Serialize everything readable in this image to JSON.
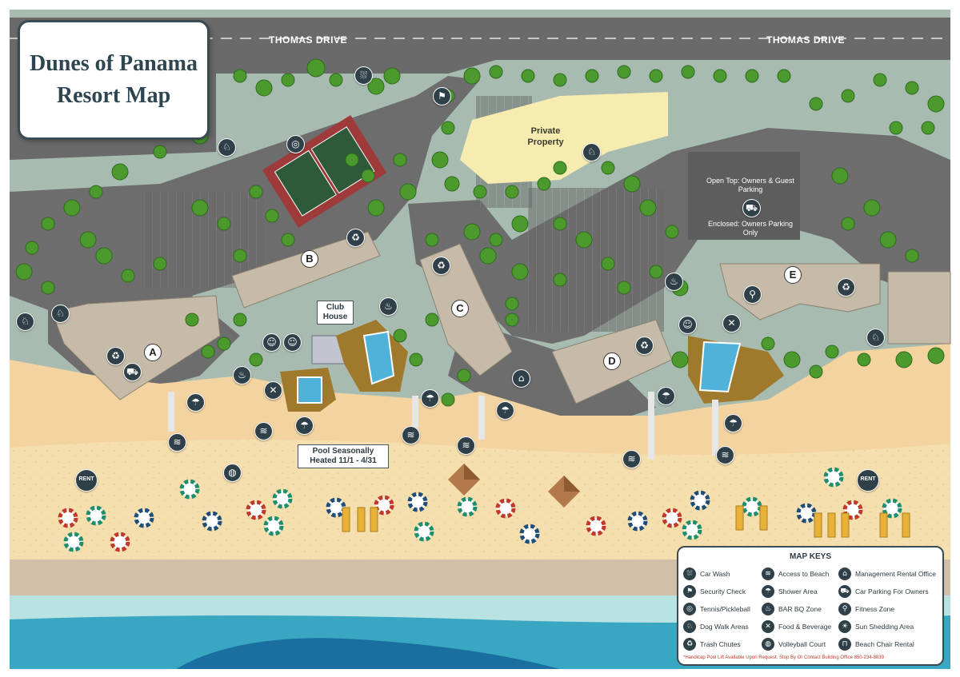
{
  "title": {
    "line1": "Dunes of Panama",
    "line2": "Resort Map"
  },
  "streets": {
    "left": "THOMAS DRIVE",
    "right": "THOMAS DRIVE"
  },
  "labels": {
    "private_property": "Private Property",
    "parking_open": "Open Top: Owners & Guest Parking",
    "parking_enclosed": "Enclosed: Owners Parking Only",
    "club_house": "Club House",
    "pool_heated": "Pool Seasonally Heated 11/1 - 4/31"
  },
  "buildings": [
    "A",
    "B",
    "C",
    "D",
    "E"
  ],
  "rent_label": "RENT",
  "icons": {
    "car-wash": "⛆",
    "security": "⚑",
    "tennis": "◎",
    "dog-walk": "♘",
    "trash": "♻",
    "beach-access": "≋",
    "shower": "☂",
    "bbq": "♨",
    "food": "✕",
    "volleyball": "◍",
    "rental-office": "⌂",
    "car-parking": "⛟",
    "fitness": "⚲",
    "sun-shade": "☀",
    "chair-rental": "⊓",
    "restroom": "☺"
  },
  "colors": {
    "sand": "#f4dca9",
    "water": "#3aa7c2",
    "asphalt": "#6b6b6b",
    "lawn": "#a9bdb3",
    "tree": "#4c9a2e",
    "pool": "#4fb2d9",
    "pool_deck": "#a07a2c",
    "tennis": "#9e3a3a",
    "pin": "#2f4049"
  },
  "legend": {
    "title": "MAP KEYS",
    "items": [
      {
        "icon": "car-wash",
        "label": "Car Wash"
      },
      {
        "icon": "security",
        "label": "Security Check"
      },
      {
        "icon": "tennis",
        "label": "Tennis/Pickleball"
      },
      {
        "icon": "dog-walk",
        "label": "Dog Walk Areas"
      },
      {
        "icon": "trash",
        "label": "Trash Chutes"
      },
      {
        "icon": "beach-access",
        "label": "Access to Beach"
      },
      {
        "icon": "shower",
        "label": "Shower Area"
      },
      {
        "icon": "bbq",
        "label": "BAR BQ Zone"
      },
      {
        "icon": "food",
        "label": "Food & Beverage"
      },
      {
        "icon": "volleyball",
        "label": "Volleyball Court"
      },
      {
        "icon": "rental-office",
        "label": "Management Rental Office"
      },
      {
        "icon": "car-parking",
        "label": "Car Parking For Owners"
      },
      {
        "icon": "fitness",
        "label": "Fitness Zone"
      },
      {
        "icon": "sun-shade",
        "label": "Sun Shedding Area"
      },
      {
        "icon": "chair-rental",
        "label": "Beach Chair Rental"
      }
    ],
    "note": "*Handicap Pool Lift Available Upon Request. Stop By Or Contact Building Office 850-234-8839"
  }
}
